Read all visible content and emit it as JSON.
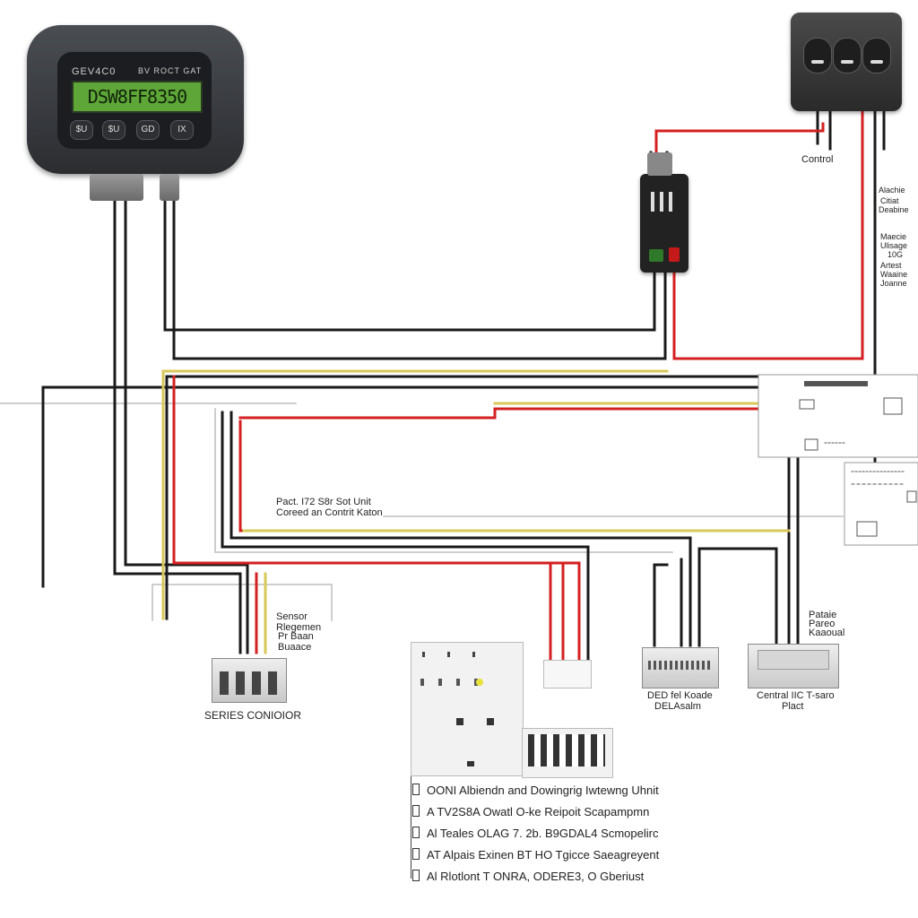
{
  "meter": {
    "brand_text": "GEV4C0",
    "model_text": "BV ROCT GAT",
    "lcd_text": "DSW8FF8350",
    "buttons": [
      "$U",
      "$U",
      "GD",
      "IX"
    ]
  },
  "labels": {
    "control": "Control",
    "right_top": [
      "Alachie",
      "Citiat",
      "Deabine"
    ],
    "right_mid": [
      "Maecie",
      "Ulisage",
      "10G",
      "Artest",
      "Waaine",
      "Joanne"
    ],
    "center_unit": [
      "Pact. I72 S8r Sot Unit",
      "Coreed an Contrit Katon"
    ],
    "sensor": [
      "Sensor",
      "Rlegemen",
      "Pr Baan",
      "Buaace"
    ],
    "series_connector": "SERIES CONIOIOR",
    "del_module": [
      "DED fel Koade",
      "DELAsalm"
    ],
    "central_unit": [
      "Central IIC T-saro",
      "Plact"
    ],
    "panel_right": [
      "Pataie",
      "Pareo",
      "Kaaoual"
    ]
  },
  "legend": [
    "OONI Albiendn and Dowingrig Iwtewng Uhnit",
    "A TV2S8A Owatl O-ke Reipoit Scapampmn",
    "Al Teales OLAG 7. 2b. B9GDAL4 Scmopelirc",
    "AT Alpais Exinen BT HO Tgicce Saeagreyent",
    "Al Rlotlont T ONRA, ODERE3, O Gberiust"
  ],
  "colors": {
    "wire_black": "#1a1a1a",
    "wire_red": "#d42020",
    "wire_yellow": "#d8c85a",
    "wire_gray": "#9a9a9a",
    "lcd_green": "#5fa638",
    "device_dark": "#2b2d31"
  }
}
